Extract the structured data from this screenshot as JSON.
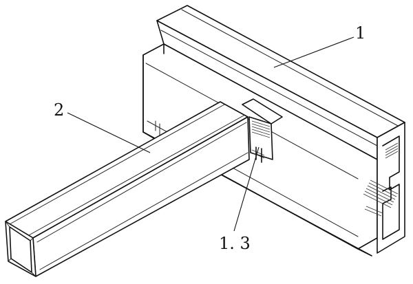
{
  "labels": {
    "part_1": "1",
    "part_2": "2",
    "part_1_3": "1. 3"
  }
}
